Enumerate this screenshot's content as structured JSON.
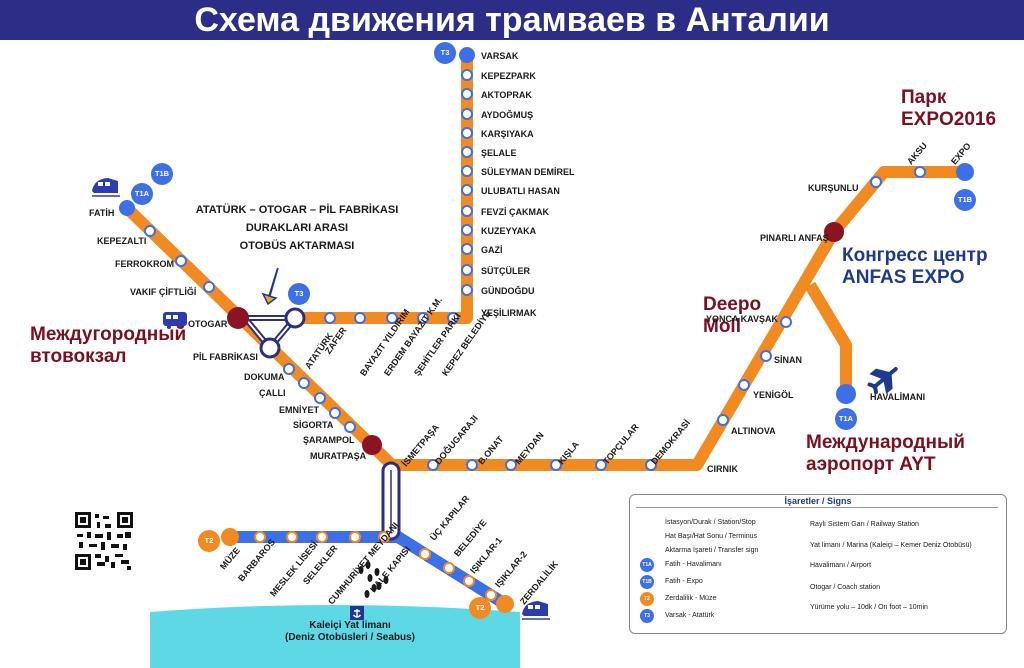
{
  "title": "Схема движения трамваев в Анталии",
  "annotations": {
    "mezhgorod_1": "Междугородный",
    "mezhgorod_2": "втовокзал",
    "park_1": "Парк",
    "park_2": "EXPO2016",
    "kongress_1": "Конгресс центр",
    "kongress_2": "ANFAS EXPO",
    "deepo_1": "Deepo",
    "deepo_2": "Moll",
    "aeroport_1": "Международный",
    "aeroport_2": "аэропорт AYT"
  },
  "transfer_note": {
    "line1": "ATATÜRK – OTOGAR – PİL FABRİKASI",
    "line2": "DURAKLARI ARASI",
    "line3": "OTOBÜS AKTARMASI"
  },
  "line_badges": {
    "t1b_top": "T1B",
    "t1a_top": "T1A",
    "t3_top": "T3",
    "t3_mid": "T3",
    "t1b_expo": "T1B",
    "t1a_airport": "T1A",
    "t2_muze": "T2",
    "t2_zerdalilik": "T2"
  },
  "stations": {
    "varsak_line": [
      "VARSAK",
      "KEPEZPARK",
      "AKTOPRAK",
      "AYDOĞMUŞ",
      "KARŞIYAKA",
      "ŞELALE",
      "SÜLEYMAN DEMİREL",
      "ULUBATLI HASAN",
      "FEVZİ ÇAKMAK",
      "KUZEYYAKA",
      "GAZİ",
      "SÜTÇÜLER",
      "GÜNDOĞDU",
      "YEŞİLIRMAK"
    ],
    "t3_diagonal": [
      "KEPEZ BELEDİYE",
      "ŞEHİTLER PARKI",
      "ERDEM BAYAZIT K.M.",
      "BAYAZIT YILDIRIM",
      "ZAFER",
      "ATATÜRK"
    ],
    "fatih_line": [
      "FATİH",
      "KEPEZALTI",
      "FERROKROM",
      "VAKIF ÇİFTLİĞİ",
      "OTOGAR",
      "PİL FABRİKASI",
      "DOKUMA",
      "ÇALLI",
      "EMNİYET",
      "SİGORTA",
      "ŞARAMPOL",
      "MURATPAŞA"
    ],
    "cirnik_line": [
      "İSMETPAŞA",
      "DOĞUGARAJI",
      "B.ONAT",
      "MEYDAN",
      "KIŞLA",
      "TOPÇULAR",
      "DEMOKRASİ",
      "CIRNIK"
    ],
    "expo_line": [
      "ALTINOVA",
      "YENİGÖL",
      "SİNAN",
      "YONCA KAVŞAK",
      "PINARLI ANFAŞ",
      "KURŞUNLU",
      "AKSU",
      "EXPO"
    ],
    "airport": "HAVALİMANI",
    "t2_line": [
      "MÜZE",
      "BARBAROS",
      "MESLEK LİSESİ",
      "SELEKLER",
      "CUMHURİYET MEYDANI",
      "KALE KAPISI",
      "ÜÇ KAPILAR",
      "BELEDİYE",
      "IŞIKLAR-1",
      "IŞIKLAR-2",
      "ZERDALİLİK"
    ]
  },
  "seabus": {
    "line1": "Kaleiçi Yat limanı",
    "line2": "(Deniz Otobüsleri / Seabus)"
  },
  "legend": {
    "title": "İşaretler / Signs",
    "items": [
      "İstasyon/Durak / Station/Stop",
      "Hat Başı/Hat Sonu / Terminus",
      "Aktarma İşareti / Transfer sign",
      "Fatih - Havalimanı",
      "Fatih - Expo",
      "Zerdalilik - Müze",
      "Varsak - Atatürk",
      "Raylı Sistem Garı / Railway Station",
      "Yat limanı / Marina (Kaleiçi – Kemer Deniz Otobüsü)",
      "Havalimanı / Airport",
      "Otogar / Coach station",
      "Yürüme yolu – 10dk / On foot – 10min"
    ],
    "badges": [
      "T1A",
      "T1B",
      "T2",
      "T3"
    ]
  },
  "colors": {
    "orange_line": "#f28a22",
    "blue_line": "#3d6fe6",
    "dark_red_node": "#8b1424",
    "title_bg": "#2b2d86",
    "sea": "#5fd8e6",
    "annotation_red": "#7a1020",
    "annotation_blue": "#1d3a8f"
  },
  "icons": [
    "train-icon",
    "bus-icon",
    "airplane-icon",
    "anchor-icon",
    "footsteps-icon",
    "qr-code"
  ]
}
